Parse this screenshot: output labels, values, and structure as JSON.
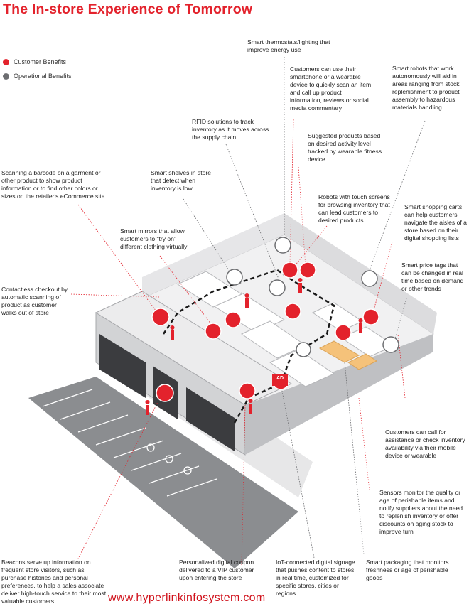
{
  "title": "The In-store Experience of Tomorrow",
  "legend": [
    {
      "label": "Customer Benefits",
      "color": "#e3222c"
    },
    {
      "label": "Operational Benefits",
      "color": "#6d6e71"
    }
  ],
  "captions": {
    "thermostats": "Smart thermostats/lighting that improve energy use",
    "smartphone_scan": "Customers can use their smartphone or a wearable device to quickly scan an item and call up product information, reviews or social media commentary",
    "robots_work": "Smart robots that work autonomously will aid in areas ranging from stock replenishment to product assembly to hazardous materials handling.",
    "rfid": "RFID solutions to track inventory as it moves across the supply chain",
    "suggested": "Suggested products based on desired activity level tracked by wearable fitness device",
    "barcode": "Scanning a barcode on a garment or other product to show product information or to find other colors or sizes on the retailer's eCommerce site",
    "shelves": "Smart shelves in store that detect when inventory is low",
    "touch_robots": "Robots with touch screens for browsing inventory that can lead customers to desired products",
    "carts": "Smart shopping carts can help customers navigate the aisles of a store based on their digital shopping lists",
    "mirrors": "Smart mirrors that allow customers to “try on” different clothing virtually",
    "price_tags": "Smart price tags that can be changed in real time based on demand or other trends",
    "checkout": "Contactless checkout by automatic scanning of product as customer walks out of store",
    "assistance": "Customers can call for assistance or check inventory availability via their mobile device or wearable",
    "sensors": "Sensors monitor the quality or age of perishable items and notify suppliers about the need to replenish inventory or offer discounts on aging stock to improve turn",
    "beacons": "Beacons serve up information on frequent store visitors, such as purchase histories and personal preferences, to help a sales associate deliver high-touch service to their most valuable customers",
    "coupon": "Personalized digital coupon delivered to a VIP customer upon entering the store",
    "signage": "IoT-connected digital signage that pushes content to stores in real time, customized for specific stores, cities or regions",
    "packaging": "Smart packaging that monitors freshness or age of perishable goods"
  },
  "signage_label": "AD",
  "footer": "www.hyperlinkinfosystem.com"
}
